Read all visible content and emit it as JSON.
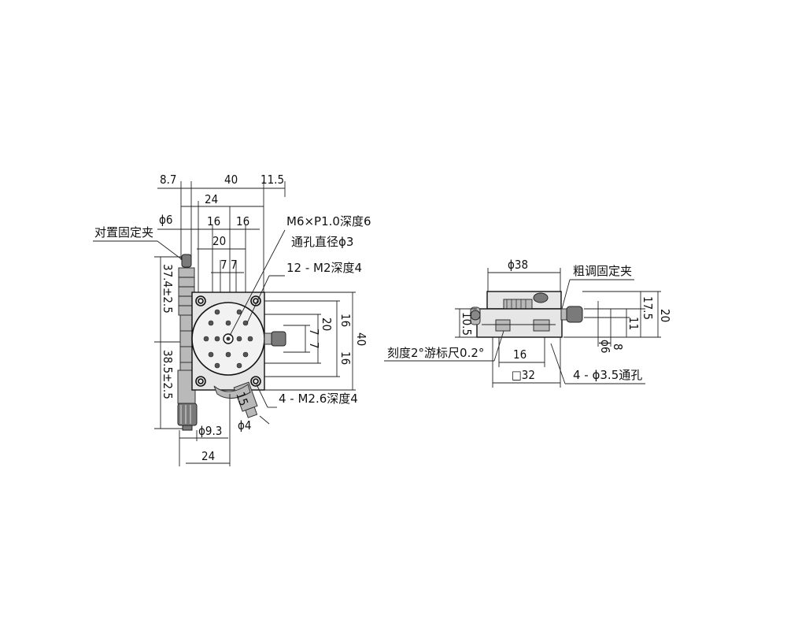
{
  "drawing": {
    "dimensions": {
      "top_left_8_7": "8.7",
      "top_40": "40",
      "top_11_5": "11.5",
      "top_24": "24",
      "phi6": "ϕ6",
      "top_16a": "16",
      "top_16b": "16",
      "top_20": "20",
      "top_7a": "7",
      "top_7b": "7",
      "left_37_4": "37.4±2.5",
      "left_38_5": "38.5±2.5",
      "right_20": "20",
      "right_16a": "16",
      "right_40": "40",
      "right_16b": "16",
      "right_7a": "7",
      "right_7b": "7",
      "bottom_phi9_3": "ϕ9.3",
      "bottom_24": "24",
      "knob_15": "15",
      "knob_phi4": "ϕ4"
    },
    "callouts": {
      "clamp": "对置固定夹",
      "tapped_hole": "M6×P1.0深度6",
      "through_hole": "通孔直径ϕ3",
      "m2_holes": "12 - M2深度4",
      "m26_holes": "4 - M2.6深度4"
    },
    "side_view": {
      "phi38": "ϕ38",
      "coarse_clamp": "粗调固定夹",
      "h_10_5": "10.5",
      "scale_note": "刻度2°游标尺0.2°",
      "w_16": "16",
      "sq_32": "□32",
      "through_holes": "4 - ϕ3.5通孔",
      "phi6": "ϕ6",
      "h_8": "8",
      "h_11": "11",
      "h_17_5": "17.5",
      "h_20": "20"
    }
  }
}
